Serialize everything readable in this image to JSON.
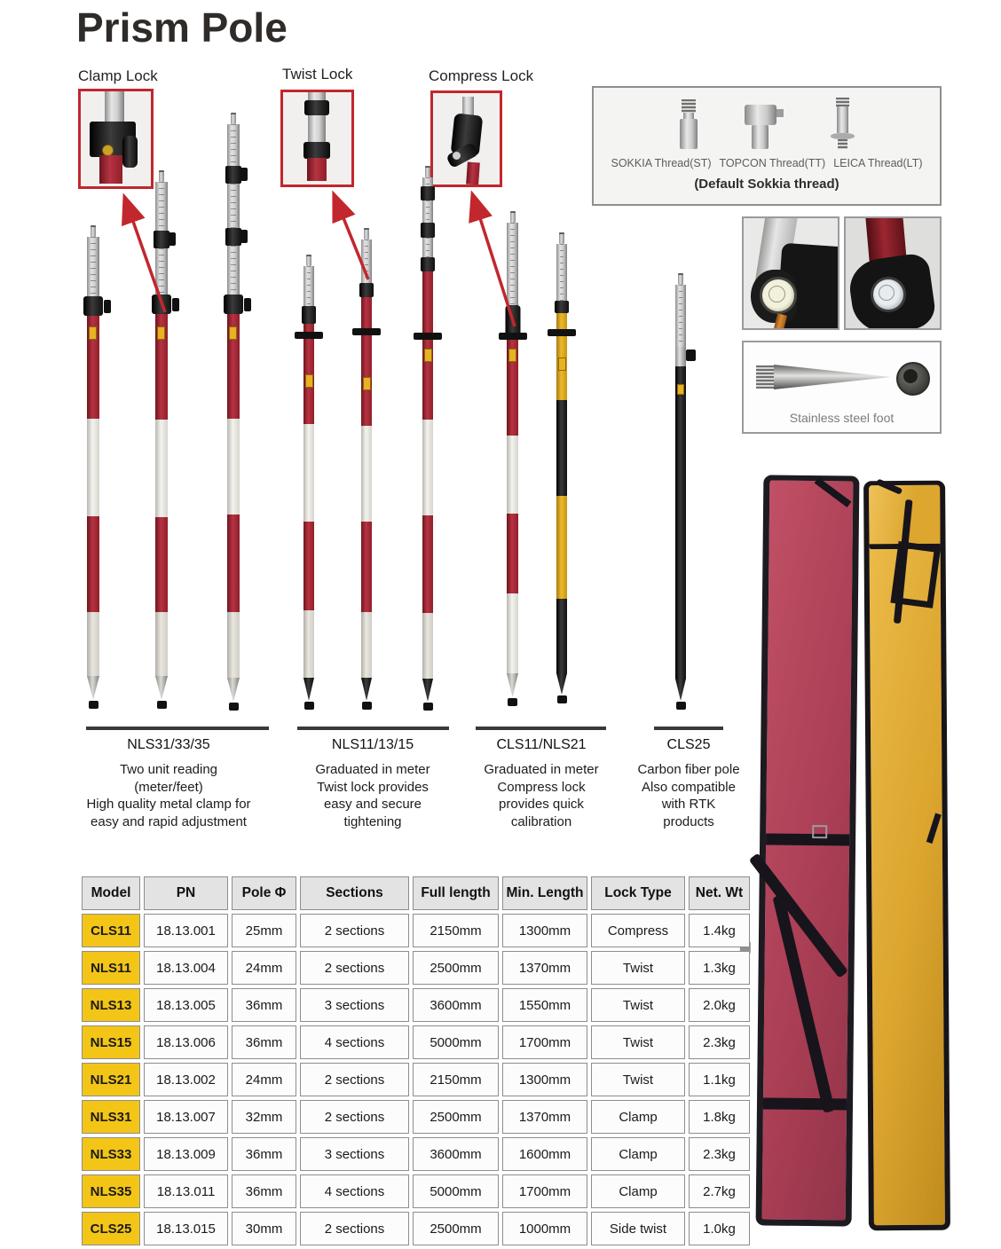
{
  "page": {
    "title": "Prism Pole"
  },
  "callouts": [
    {
      "label": "Clamp Lock"
    },
    {
      "label": "Twist Lock"
    },
    {
      "label": "Compress Lock"
    }
  ],
  "thread_box": {
    "items": [
      "SOKKIA Thread(ST)",
      "TOPCON Thread(TT)",
      "LEICA Thread(LT)"
    ],
    "note": "(Default Sokkia thread)"
  },
  "foot_box": {
    "caption": "Stainless steel foot"
  },
  "groups": [
    {
      "name": "NLS31/33/35",
      "desc_lines": [
        "Two unit reading",
        "(meter/feet)",
        "High quality metal clamp for",
        "easy and rapid adjustment"
      ]
    },
    {
      "name": "NLS11/13/15",
      "desc_lines": [
        "Graduated in meter",
        "Twist lock provides",
        "easy and secure",
        "tightening"
      ]
    },
    {
      "name": "CLS11/NLS21",
      "desc_lines": [
        "Graduated in meter",
        "Compress lock",
        "provides quick",
        "calibration"
      ]
    },
    {
      "name": "CLS25",
      "desc_lines": [
        "Carbon fiber pole",
        "Also compatible",
        "with RTK",
        "products"
      ]
    }
  ],
  "table": {
    "headers": [
      "Model",
      "PN",
      "Pole Φ",
      "Sections",
      "Full length",
      "Min. Length",
      "Lock Type",
      "Net. Wt"
    ],
    "rows": [
      [
        "CLS11",
        "18.13.001",
        "25mm",
        "2 sections",
        "2150mm",
        "1300mm",
        "Compress",
        "1.4kg"
      ],
      [
        "NLS11",
        "18.13.004",
        "24mm",
        "2 sections",
        "2500mm",
        "1370mm",
        "Twist",
        "1.3kg"
      ],
      [
        "NLS13",
        "18.13.005",
        "36mm",
        "3 sections",
        "3600mm",
        "1550mm",
        "Twist",
        "2.0kg"
      ],
      [
        "NLS15",
        "18.13.006",
        "36mm",
        "4 sections",
        "5000mm",
        "1700mm",
        "Twist",
        "2.3kg"
      ],
      [
        "NLS21",
        "18.13.002",
        "24mm",
        "2 sections",
        "2150mm",
        "1300mm",
        "Twist",
        "1.1kg"
      ],
      [
        "NLS31",
        "18.13.007",
        "32mm",
        "2 sections",
        "2500mm",
        "1370mm",
        "Clamp",
        "1.8kg"
      ],
      [
        "NLS33",
        "18.13.009",
        "36mm",
        "3 sections",
        "3600mm",
        "1600mm",
        "Clamp",
        "2.3kg"
      ],
      [
        "NLS35",
        "18.13.011",
        "36mm",
        "4 sections",
        "5000mm",
        "1700mm",
        "Clamp",
        "2.7kg"
      ],
      [
        "CLS25",
        "18.13.015",
        "30mm",
        "2 sections",
        "2500mm",
        "1000mm",
        "Side twist",
        "1.0kg"
      ]
    ]
  },
  "colors": {
    "accent_red": "#c1272d",
    "pole_red": "#9b2028",
    "pole_yellow": "#dca62f",
    "table_model_yellow": "#f3c517",
    "table_header_gray": "#e3e3e3"
  }
}
